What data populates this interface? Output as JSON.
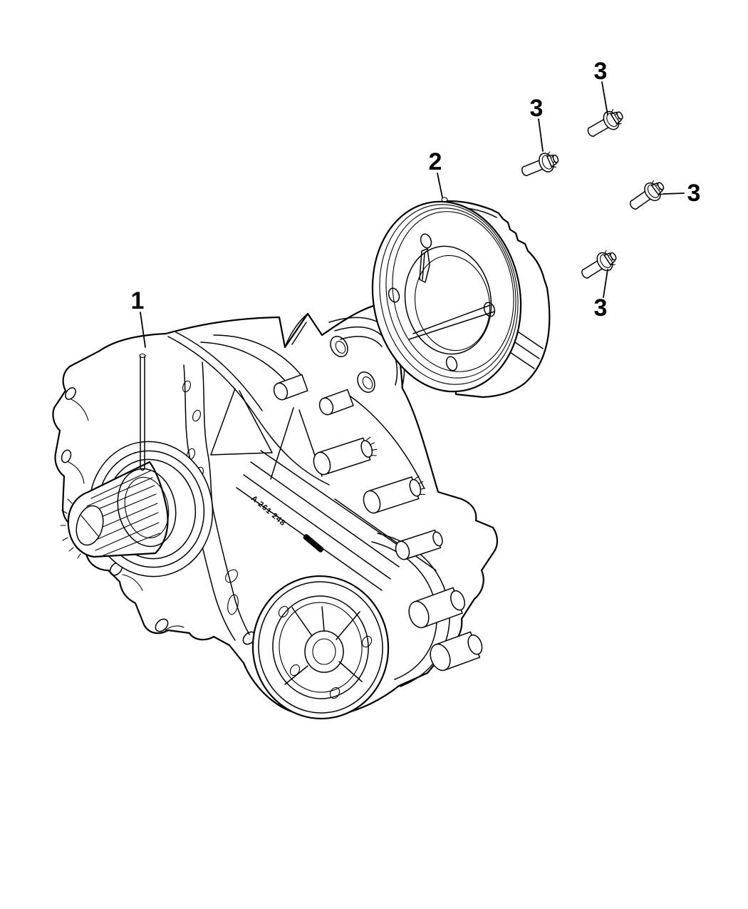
{
  "canvas": {
    "background_color": "#ffffff",
    "line_color": "#000000"
  },
  "figure": {
    "callouts": [
      {
        "label": "1"
      },
      {
        "label": "2"
      },
      {
        "label": "3"
      },
      {
        "label": "3"
      },
      {
        "label": "3"
      },
      {
        "label": "3"
      }
    ],
    "casting_mark": "A 261 248"
  }
}
